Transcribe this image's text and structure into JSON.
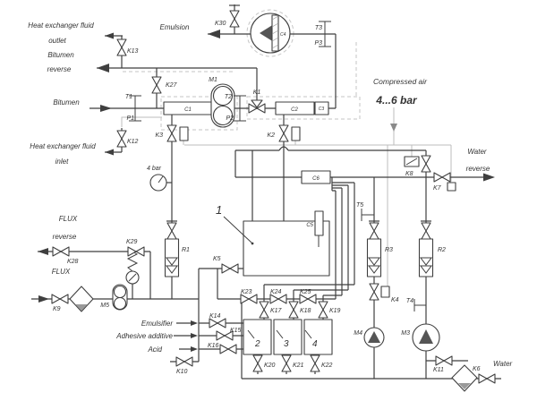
{
  "labels": {
    "heat_out_line1": "Heat exchanger fluid",
    "heat_out_line2": "outlet",
    "bitumen_reverse_line1": "Bitumen",
    "bitumen_reverse_line2": "reverse",
    "emulsion": "Emulsion",
    "bitumen_inlet": "Bitumen",
    "heat_in_line1": "Heat exchanger fluid",
    "heat_in_line2": "inlet",
    "flux_reverse_line1": "FLUX",
    "flux_reverse_line2": "reverse",
    "flux_inlet": "FLUX",
    "compressed_air": "Compressed air",
    "air_pressure": "4...6 bar",
    "water_reverse_line1": "Water",
    "water_reverse_line2": "reverse",
    "water_inlet": "Water",
    "emulsifier": "Emulsifier",
    "adhesive_additive": "Adhesive additive",
    "acid": "Acid",
    "gauge_4bar": "4 bar",
    "k1": "K1",
    "k2": "K2",
    "k3": "K3",
    "k4": "K4",
    "k5": "K5",
    "k6": "K6",
    "k7": "K7",
    "k8": "K8",
    "k9": "K9",
    "k10": "K10",
    "k11": "K11",
    "k12": "K12",
    "k13": "K13",
    "k14": "K14",
    "k15": "K15",
    "k16": "K16",
    "k17": "K17",
    "k18": "K18",
    "k19": "K19",
    "k20": "K20",
    "k21": "K21",
    "k22": "K22",
    "k23": "K23",
    "k24": "K24",
    "k25": "K25",
    "k27": "K27",
    "k28": "K28",
    "k29": "K29",
    "k30": "K30",
    "m1": "M1",
    "m3": "M3",
    "m4": "M4",
    "m5": "M5",
    "r1": "R1",
    "r2": "R2",
    "r3": "R3",
    "t1": "T1",
    "p1": "P1",
    "t2": "T2",
    "p2": "P2",
    "t3": "T3",
    "p3": "P3",
    "t4": "T4",
    "t5": "T5",
    "c1": "C1",
    "c2": "C2",
    "c3": "C3",
    "c4": "C4",
    "c5": "C5",
    "c6": "C6",
    "tank1": "1",
    "tank2": "2",
    "tank3": "3",
    "tank4": "4"
  }
}
